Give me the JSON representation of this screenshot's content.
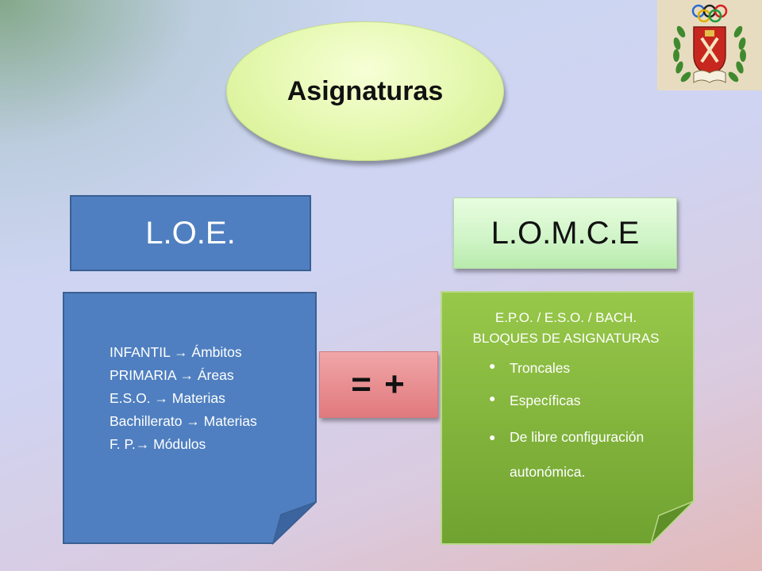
{
  "title": "Asignaturas",
  "left_header": "L.O.E.",
  "right_header": "L.O.M.C.E",
  "left_list": [
    "INFANTIL → Ámbitos",
    "PRIMARIA → Áreas",
    "E.S.O. → Materias",
    "Bachillerato → Materias",
    "F.  P.→ Módulos"
  ],
  "operator": "=  +",
  "right_heading_line1": "E.P.O. / E.S.O. / BACH.",
  "right_heading_line2": "BLOQUES DE ASIGNATURAS",
  "right_bullets": [
    "Troncales",
    "Específicas",
    "De libre configuración",
    "autonómica."
  ],
  "colors": {
    "title_fill": "#e2f7a8",
    "loe_fill": "#4f7fc0",
    "lomce_fill": "#d0f2c6",
    "operator_fill": "#e88d90",
    "right_note_fill": "#80b43a"
  },
  "icons": {
    "emblem": "school-crest-emblem",
    "arrow": "right-arrow"
  }
}
